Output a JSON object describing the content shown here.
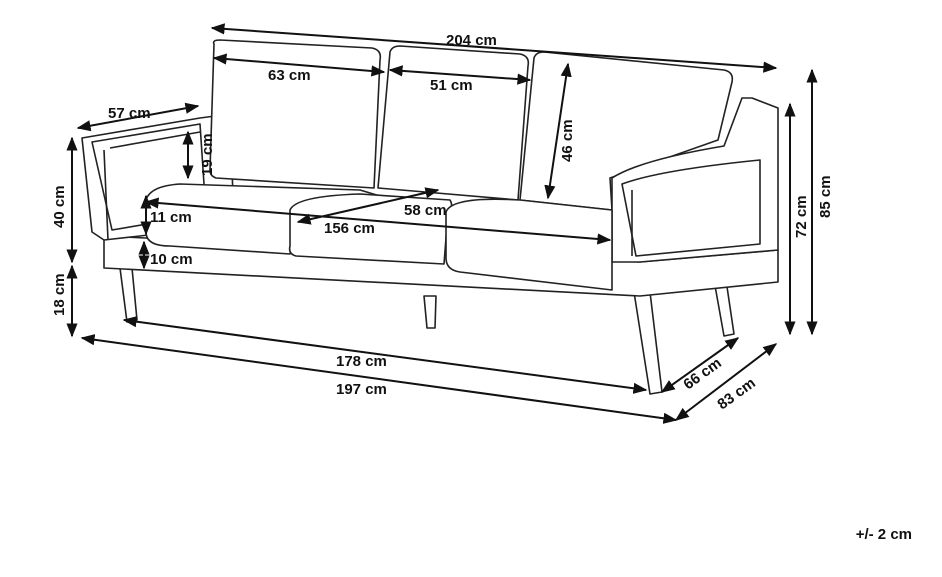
{
  "dimensions": {
    "total_width": "204 cm",
    "left_back_cushion_width": "63 cm",
    "middle_back_cushion_width": "51 cm",
    "back_cushion_height": "46 cm",
    "armrest_depth": "57 cm",
    "armrest_height_above_seat": "19 cm",
    "seat_cushion_depth": "58 cm",
    "seat_thickness": "11 cm",
    "seat_width": "156 cm",
    "seat_height": "40 cm",
    "base_height": "10 cm",
    "leg_height": "18 cm",
    "total_height": "85 cm",
    "armrest_height": "72 cm",
    "inner_length": "178 cm",
    "outer_length": "197 cm",
    "seat_depth": "66 cm",
    "total_depth": "83 cm"
  },
  "tolerance": "+/- 2 cm"
}
